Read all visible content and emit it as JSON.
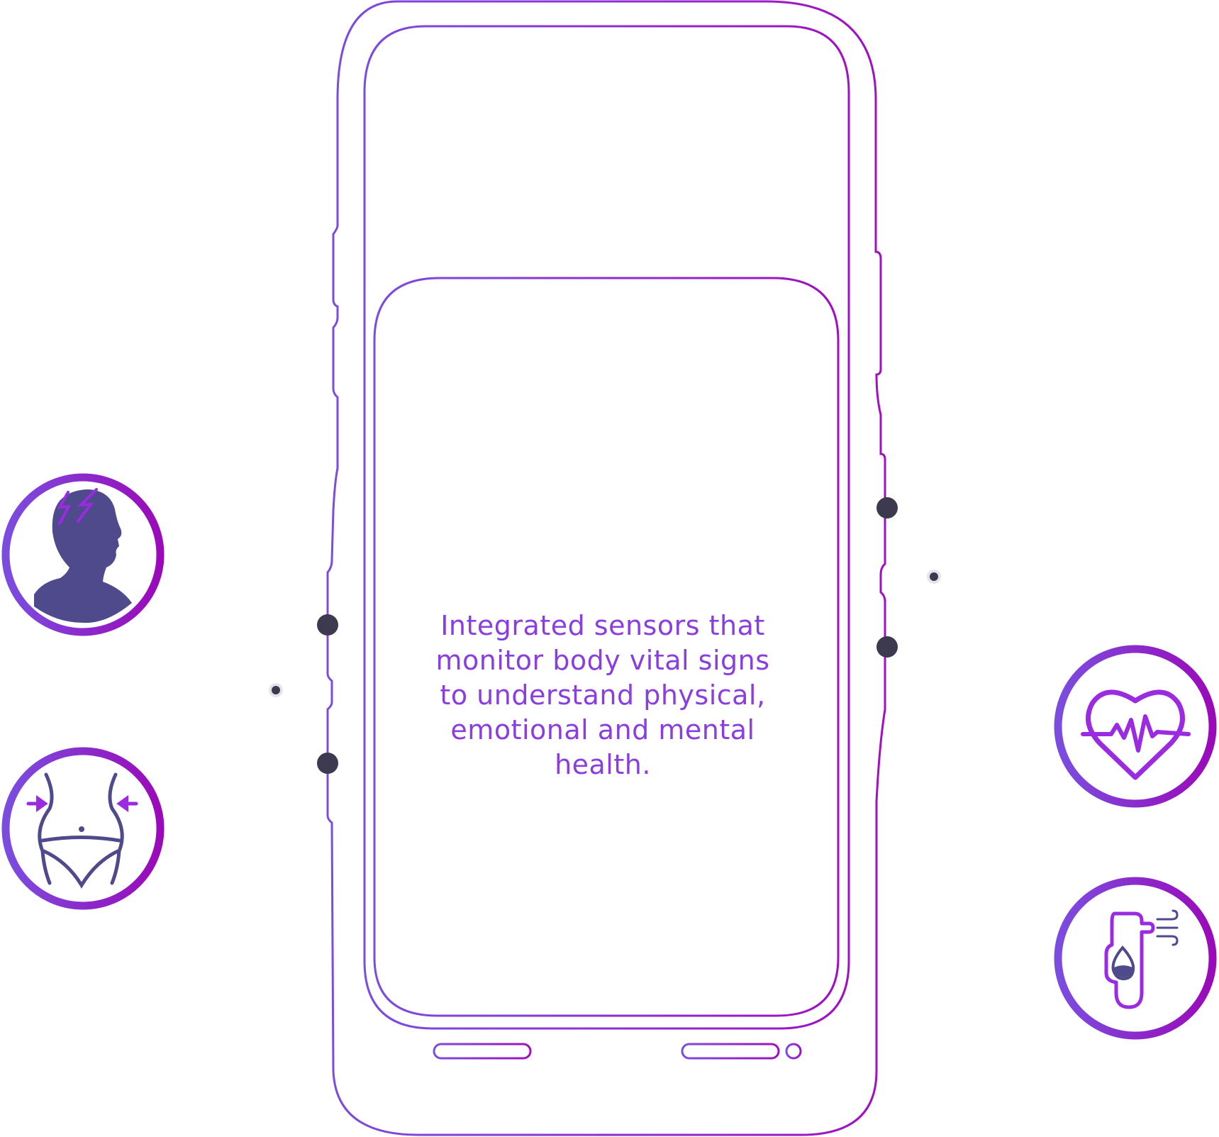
{
  "caption": {
    "lines": [
      "Integrated sensors that",
      "monitor body vital signs",
      "to understand physical,",
      "emotional and mental",
      "health."
    ]
  },
  "icons": {
    "head": "head-stress-icon",
    "waist": "waist-slimming-icon",
    "heart": "heart-rate-icon",
    "breath": "breath-hydration-icon"
  },
  "colors": {
    "gradient_start": "#7b4ddf",
    "gradient_end": "#a010c0",
    "icon_fill": "#4f4a8c",
    "accent": "#9a2be0",
    "sensor_dot": "#3d3a4f"
  }
}
